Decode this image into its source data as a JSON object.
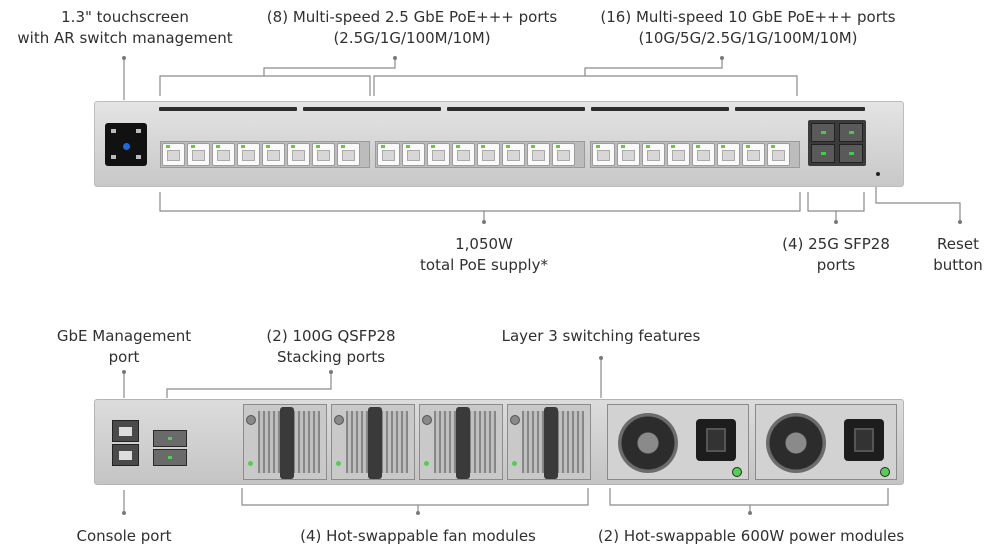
{
  "front_labels": {
    "touchscreen": [
      "1.3\" touchscreen",
      "with AR switch management"
    ],
    "ports_2_5g": [
      "(8) Multi-speed 2.5 GbE PoE+++ ports",
      "(2.5G/1G/100M/10M)"
    ],
    "ports_10g": [
      "(16) Multi-speed 10 GbE PoE+++ ports",
      "(10G/5G/2.5G/1G/100M/10M)"
    ],
    "poe_supply": [
      "1,050W",
      "total PoE supply*"
    ],
    "sfp28": [
      "(4) 25G SFP28",
      "ports"
    ],
    "reset": [
      "Reset",
      "button"
    ]
  },
  "rear_labels": {
    "management": [
      "GbE Management",
      "port"
    ],
    "qsfp28": [
      "(2) 100G QSFP28",
      "Stacking ports"
    ],
    "layer3": [
      "Layer 3 switching features"
    ],
    "console": [
      "Console port"
    ],
    "fans": [
      "(4) Hot-swappable fan modules"
    ],
    "power": [
      "(2) Hot-swappable 600W power modules"
    ]
  },
  "device": {
    "front_rj45_count": 24,
    "sfp28_count": 4,
    "fan_module_count": 4,
    "power_module_count": 2,
    "qsfp28_count": 2
  }
}
